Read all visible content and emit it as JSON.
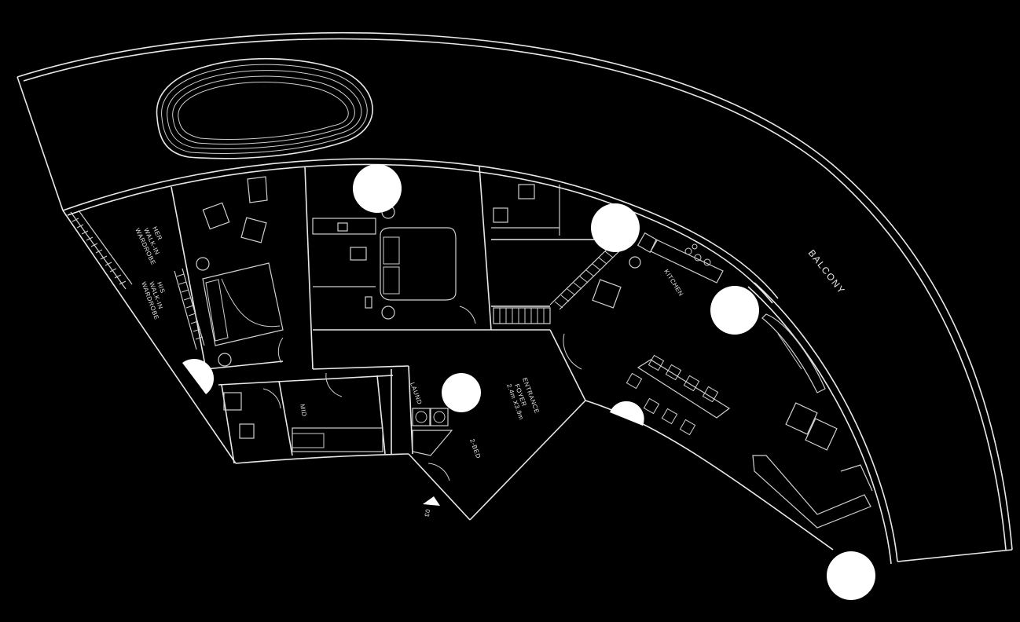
{
  "plan": {
    "labels": {
      "balcony": "BALCONY",
      "kitchen": "KITCHEN",
      "her_1": "HER",
      "her_2": "WALK-IN",
      "her_3": "WARDROBE",
      "his_1": "HIS",
      "his_2": "WALK-IN",
      "his_3": "WARDROBE",
      "laund": "LAUND",
      "entrance_1": "ENTRANCE",
      "entrance_2": "FOYER",
      "entrance_3": "2.4m X3.9m",
      "mid": "MID",
      "bed2": "2-BED",
      "marker": "03"
    }
  }
}
